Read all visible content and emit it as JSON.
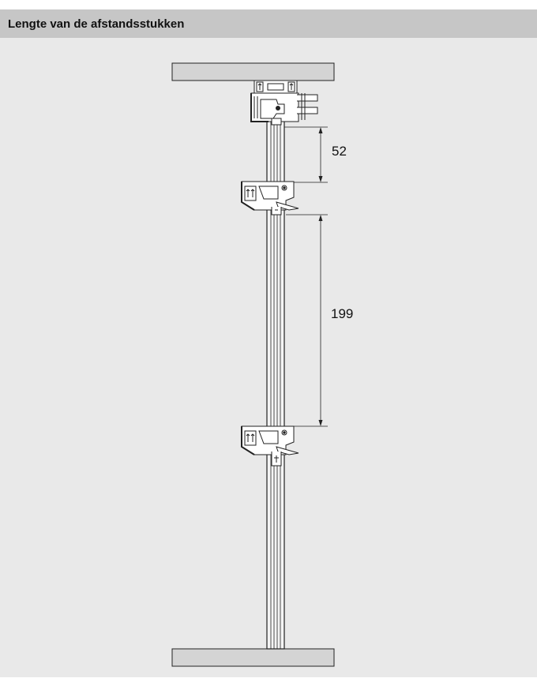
{
  "header": {
    "title": "Lengte van de afstandsstukken"
  },
  "dimensions": [
    {
      "value": 52,
      "label": "52"
    },
    {
      "value": 199,
      "label": "199"
    }
  ],
  "colors": {
    "header_bg": "#c6c6c6",
    "panel_bg": "#e9e9e9",
    "shelf_fill": "#d4d4d4",
    "line": "#222222"
  }
}
